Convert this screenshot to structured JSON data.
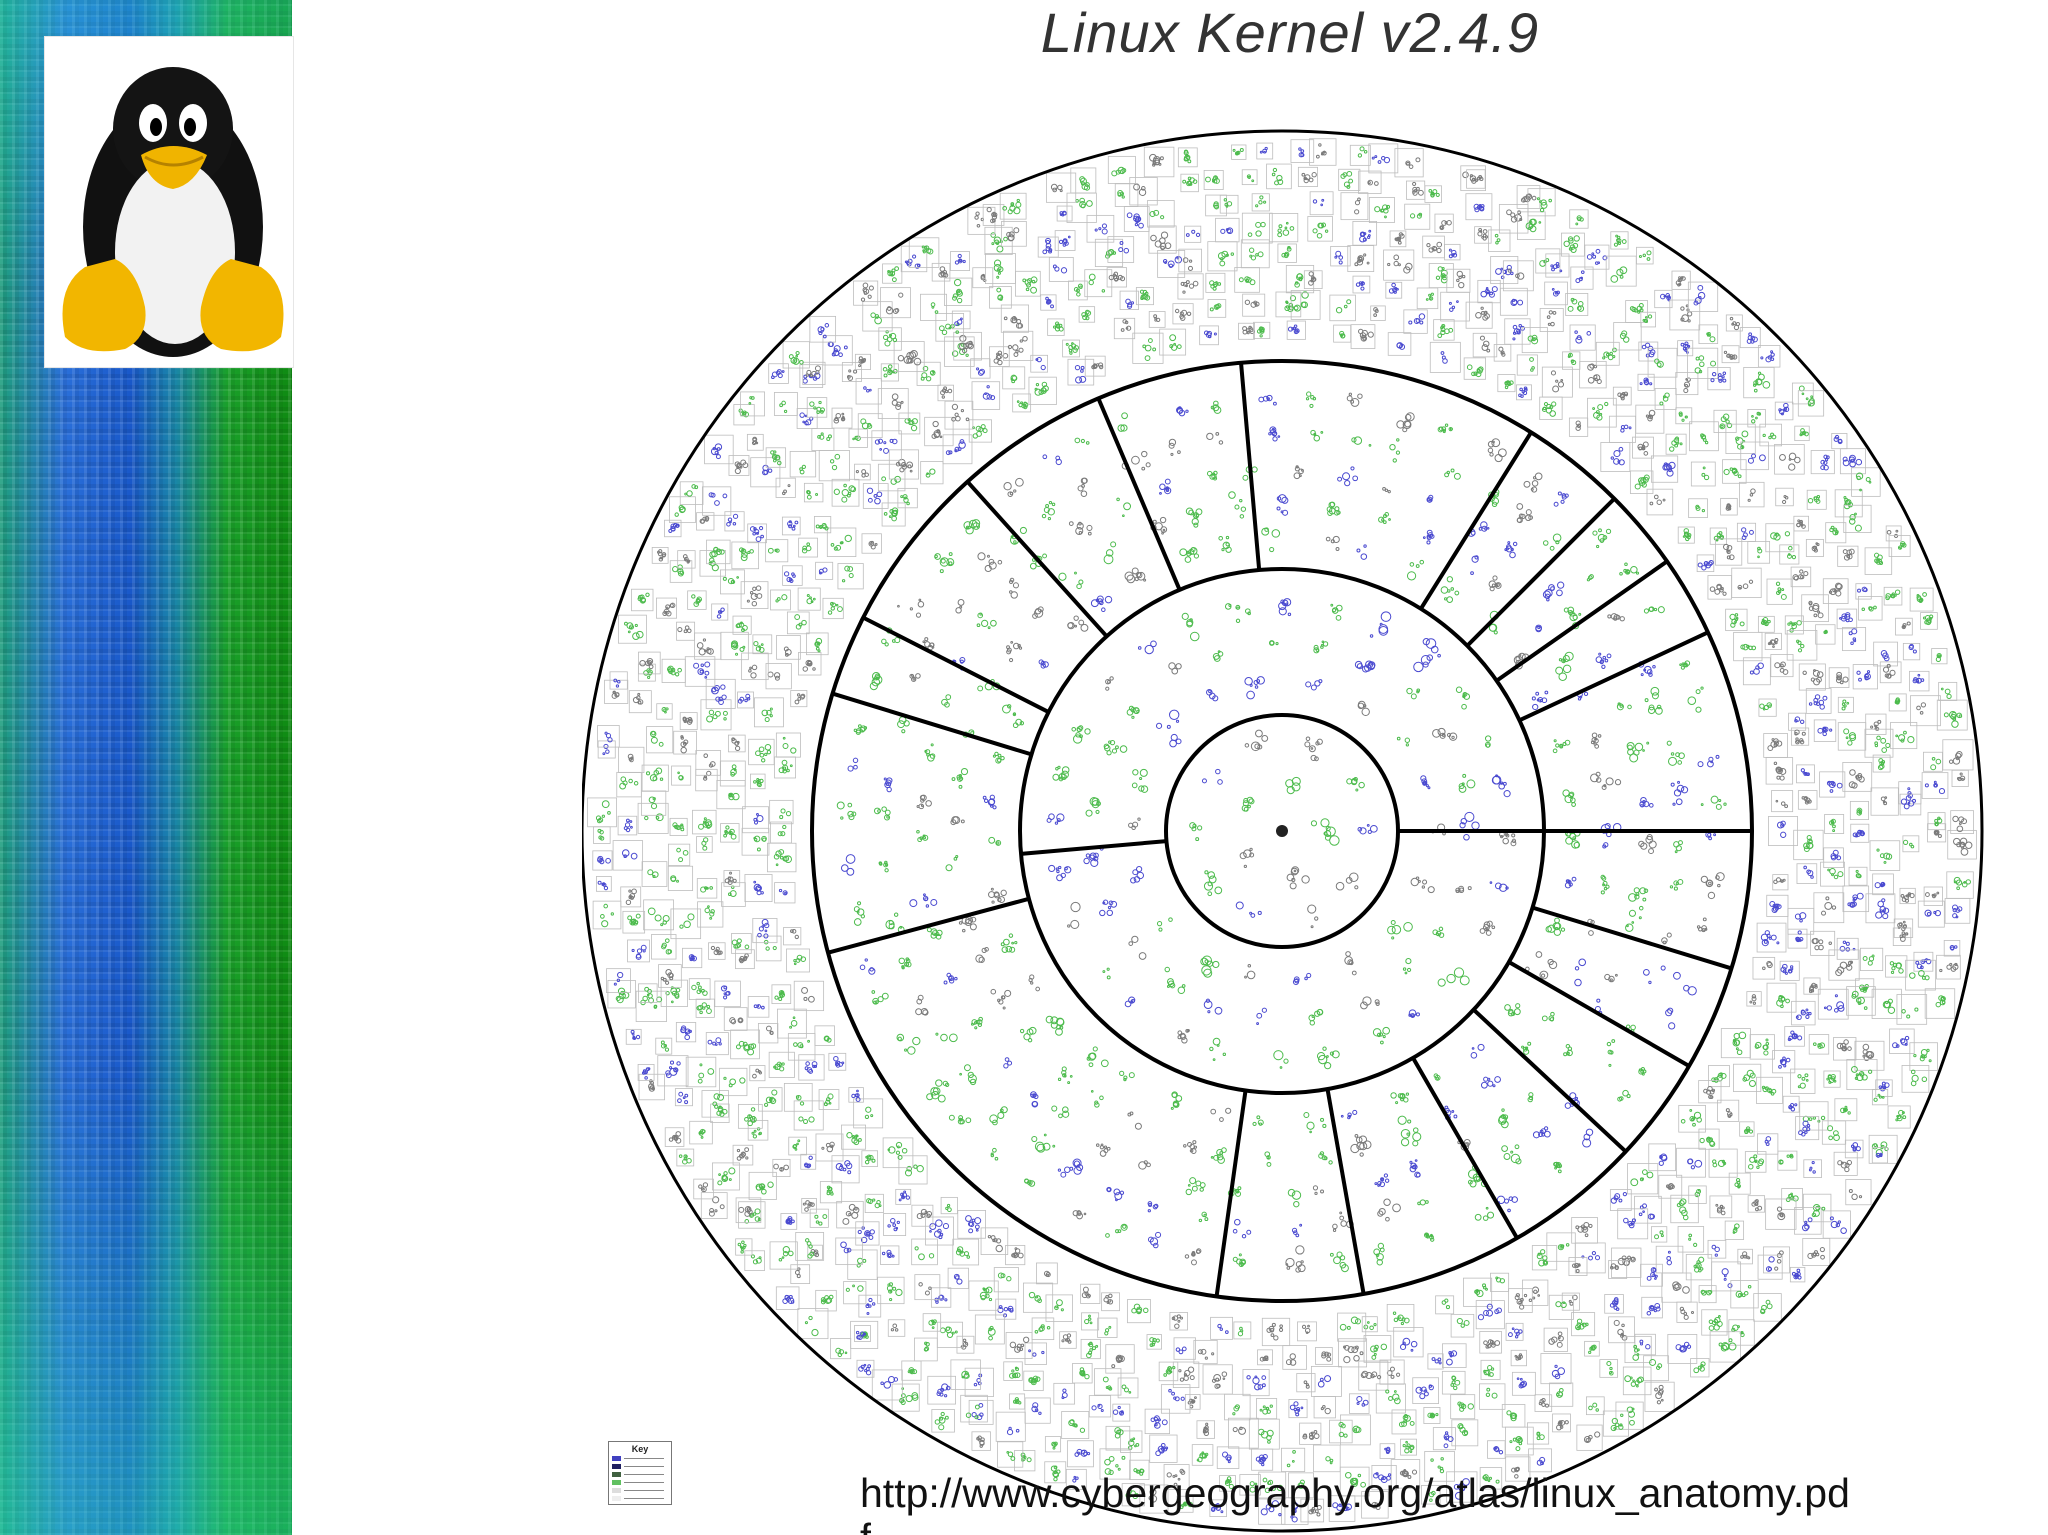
{
  "slide": {
    "title": "Linux Kernel v2.4.9",
    "url": "http://www.cybergeography.org/atlas/linux_anatomy.pd",
    "url_tail": "f"
  },
  "key": {
    "title": "Key",
    "swatches": [
      "#4040c0",
      "#202060",
      "#406040",
      "#60c060"
    ]
  },
  "colors": {
    "ring_line": "#000000",
    "cluster_green": "#4cbb4c",
    "cluster_blue": "#4a4ad0",
    "cluster_gray": "#7a7a7a",
    "tile_border": "#bdbdbd",
    "band_green": "#12921a",
    "band_blue": "#2360d6"
  },
  "logo": {
    "icon": "tux-penguin-icon"
  }
}
